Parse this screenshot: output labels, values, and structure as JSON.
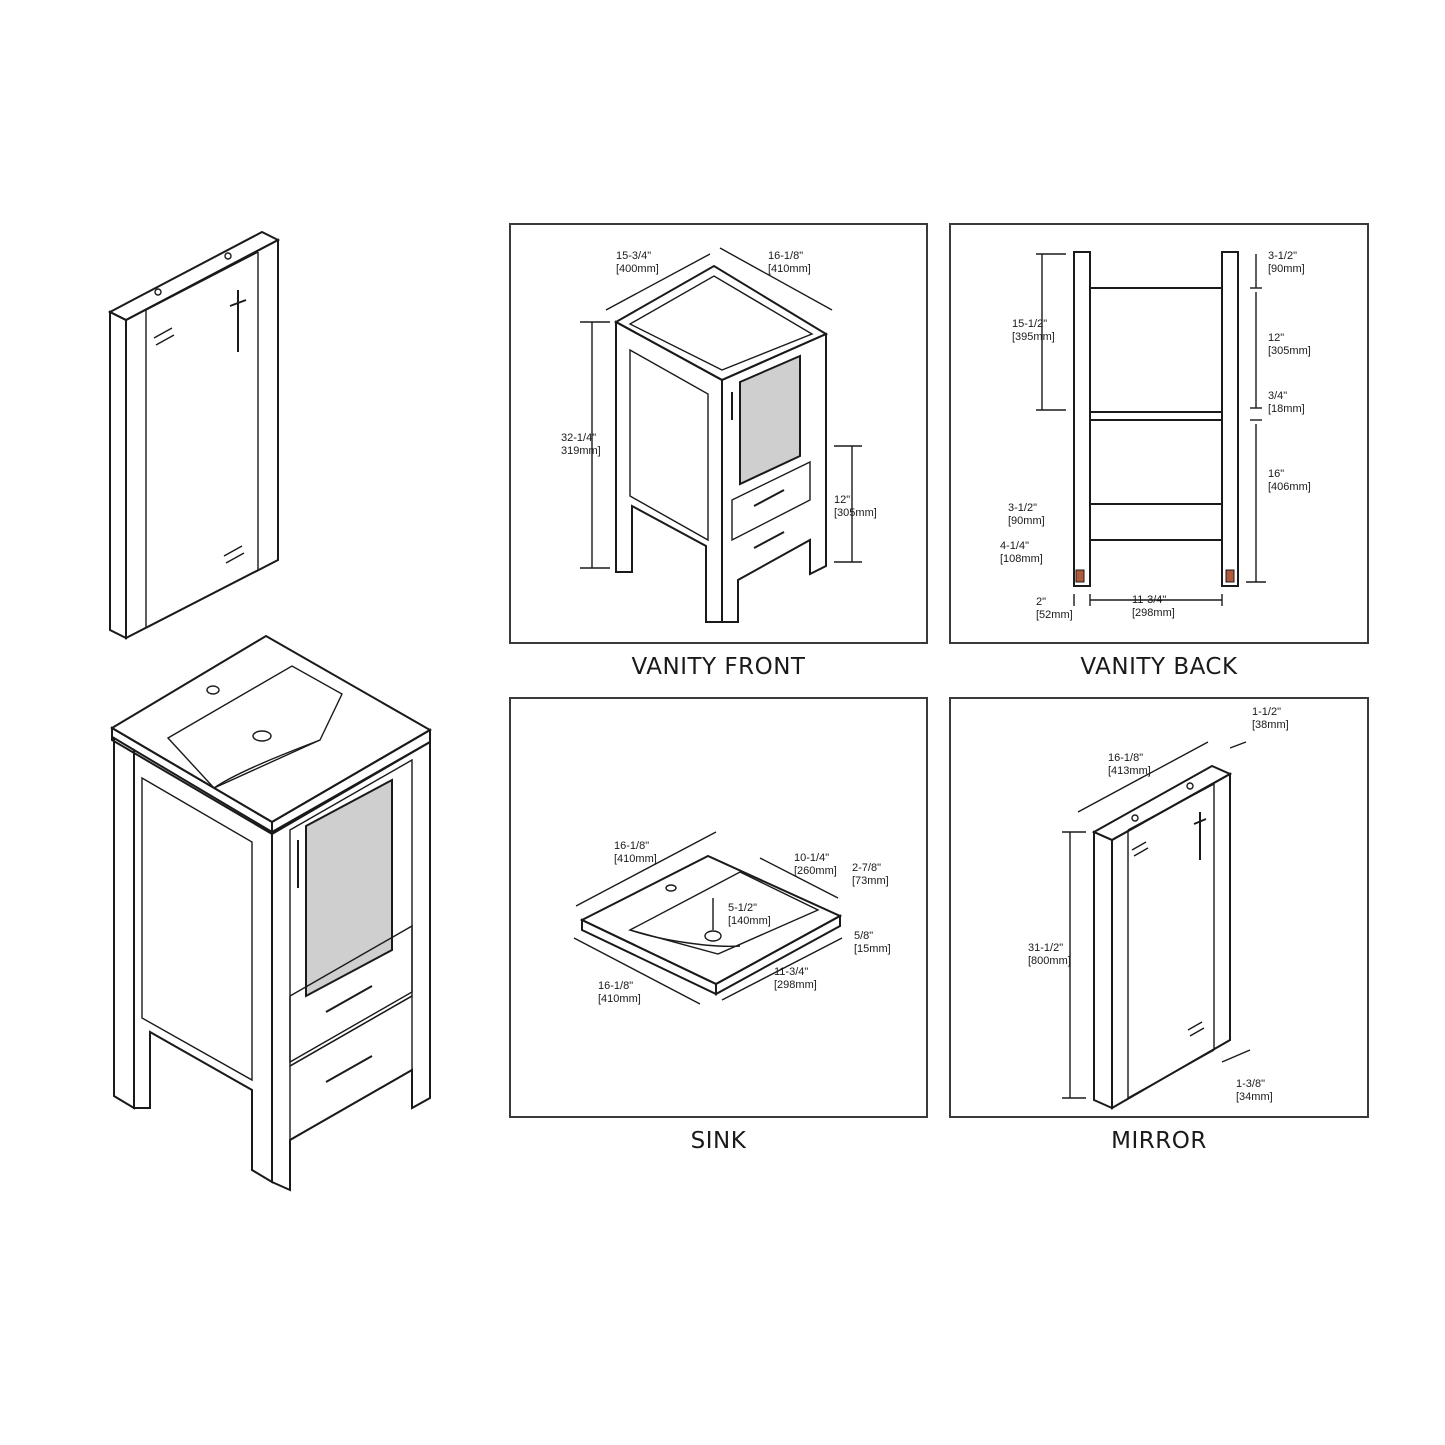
{
  "captions": {
    "vanity_front": "VANITY FRONT",
    "vanity_back": "VANITY BACK",
    "sink": "SINK",
    "mirror": "MIRROR"
  },
  "vanity_front": {
    "width": [
      "15-3/4\"",
      "[400mm]"
    ],
    "depth": [
      "16-1/8\"",
      "[410mm]"
    ],
    "height": [
      "32-1/4\"",
      "319mm]"
    ],
    "drawer_height": [
      "12\"",
      "[305mm]"
    ]
  },
  "vanity_back": {
    "top_rail": [
      "3-1/2\"",
      "[90mm]"
    ],
    "upper_opening": [
      "15-1/2\"",
      "[395mm]"
    ],
    "upper_gap": [
      "12\"",
      "[305mm]"
    ],
    "shelf": [
      "3/4\"",
      "[18mm]"
    ],
    "lower_gap": [
      "16\"",
      "[406mm]"
    ],
    "bottom_rail": [
      "3-1/2\"",
      "[90mm]"
    ],
    "rail_to_floor": [
      "4-1/4\"",
      "[108mm]"
    ],
    "leg": [
      "2\"",
      "[52mm]"
    ],
    "inner_width": [
      "11-3/4\"",
      "[298mm]"
    ]
  },
  "sink": {
    "back_width": [
      "16-1/8\"",
      "[410mm]"
    ],
    "bowl_depth": [
      "10-1/4\"",
      "[260mm]"
    ],
    "rim": [
      "2-7/8\"",
      "[73mm]"
    ],
    "bowl_width": [
      "5-1/2\"",
      "[140mm]"
    ],
    "thickness": [
      "5/8\"",
      "[15mm]"
    ],
    "front_width": [
      "16-1/8\"",
      "[410mm]"
    ],
    "side_depth": [
      "11-3/4\"",
      "[298mm]"
    ]
  },
  "mirror": {
    "thickness": [
      "1-1/2\"",
      "[38mm]"
    ],
    "width": [
      "16-1/8\"",
      "[413mm]"
    ],
    "height": [
      "31-1/2\"",
      "[800mm]"
    ],
    "frame": [
      "1-3/8\"",
      "[34mm]"
    ]
  }
}
